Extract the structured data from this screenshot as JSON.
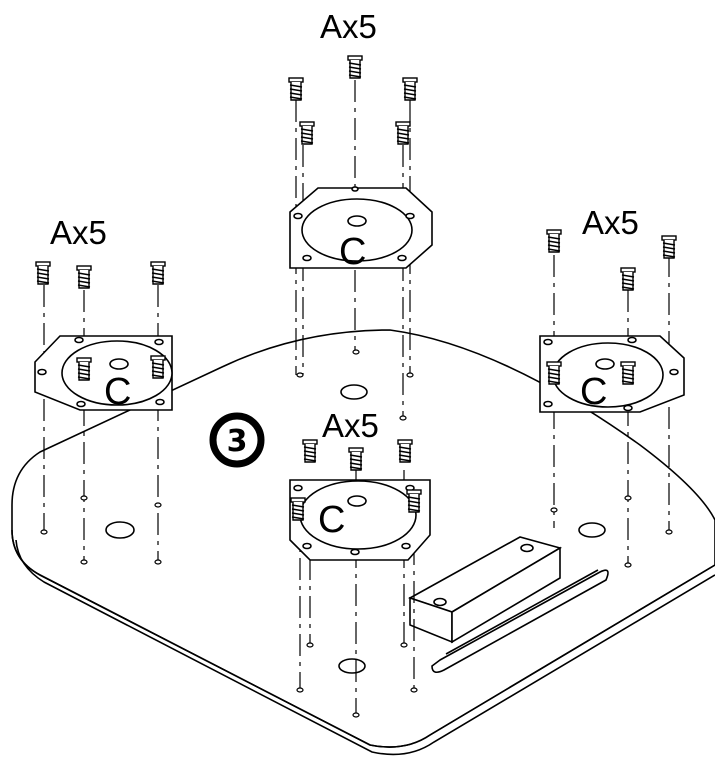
{
  "step": {
    "number": "3"
  },
  "groups": [
    {
      "id": "top",
      "qty": "Ax5",
      "part": "C"
    },
    {
      "id": "left",
      "qty": "Ax5",
      "part": "C"
    },
    {
      "id": "right",
      "qty": "Ax5",
      "part": "C"
    },
    {
      "id": "center",
      "qty": "Ax5",
      "part": "C"
    }
  ],
  "colors": {
    "line": "#000000",
    "background": "#ffffff"
  },
  "icons": {
    "fastener": "screw-icon",
    "step_marker": "circled-number-icon"
  }
}
